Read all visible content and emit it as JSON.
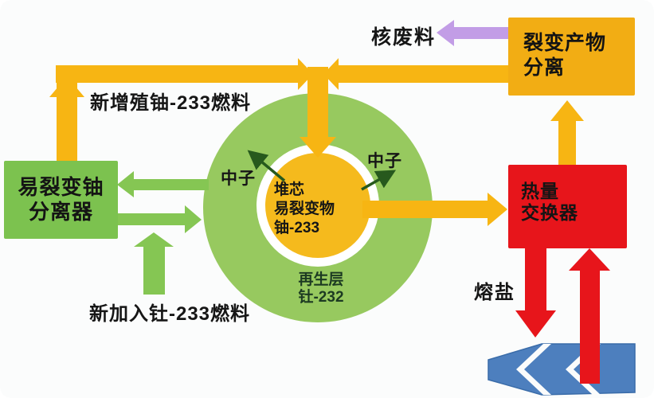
{
  "diagram": {
    "boxes": {
      "fission_product_separation": {
        "line1": "裂变产物",
        "line2": "分离"
      },
      "heat_exchanger": {
        "line1": "热量",
        "line2": "交换器"
      },
      "fissile_uranium_separator": {
        "line1": "易裂变铀",
        "line2": "分离器"
      }
    },
    "reactor": {
      "core": {
        "line1": "堆芯",
        "line2": "易裂变物",
        "line3": "铀-233"
      },
      "blanket": {
        "line1": "再生层",
        "line2": "钍-232"
      }
    },
    "labels": {
      "nuclear_waste": "核废料",
      "new_bred_fuel": "新增殖铀-233燃料",
      "neutron_left": "中子",
      "neutron_right": "中子",
      "molten_salt": "熔盐",
      "new_added_fuel": "新加入钍-233燃料"
    },
    "colors": {
      "background": "#fbfcfc",
      "yellow_arrow": "#f7b513",
      "orange_box": "#f2ad14",
      "core_yellow": "#f5ba1d",
      "ring_green": "#97c95f",
      "green_arrow": "#85c653",
      "green_box": "#7cc24f",
      "red": "#e7151b",
      "purple": "#c29de6",
      "blue": "#4d7fbe",
      "neutron_green": "#27591d",
      "text": "#161616"
    }
  }
}
